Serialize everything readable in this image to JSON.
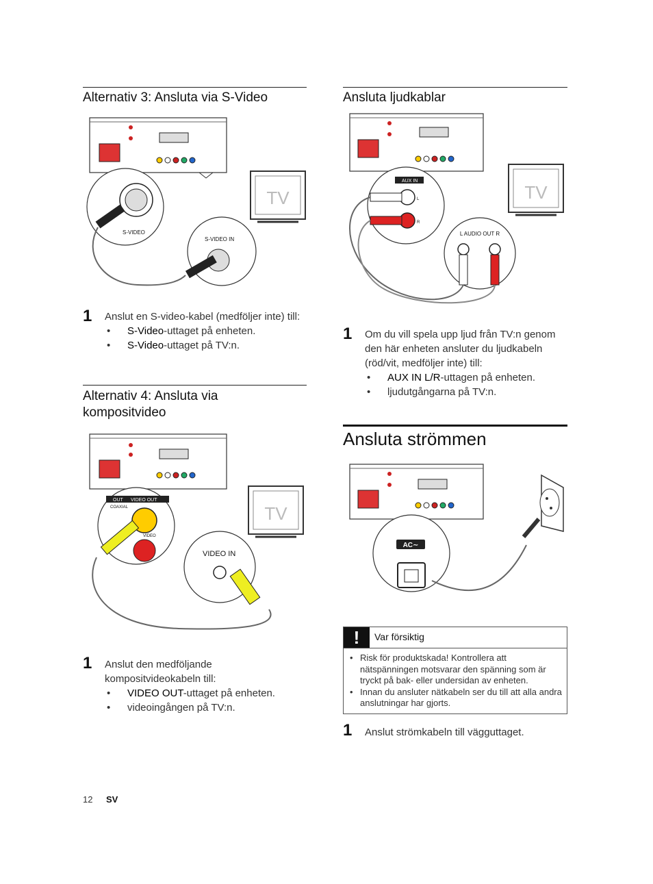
{
  "left": {
    "section3": {
      "title": "Alternativ 3: Ansluta via S-Video",
      "step_number": "1",
      "step_text": "Anslut en S-video-kabel (medföljer inte) till:",
      "bullets": [
        {
          "kw": "S-Video",
          "rest": "-uttaget på enheten."
        },
        {
          "kw": "S-Video",
          "rest": "-uttaget på TV:n."
        }
      ],
      "figure": {
        "tv": "TV",
        "label_device": "S-VIDEO",
        "label_tv": "S-VIDEO IN"
      }
    },
    "section4": {
      "title": "Alternativ 4: Ansluta via kompositvideo",
      "step_number": "1",
      "step_text": "Anslut den medföljande kompositvideokabeln till:",
      "bullets": [
        {
          "kw": "VIDEO OUT",
          "rest": "-uttaget på enheten."
        },
        {
          "kw": "",
          "rest": "videoingången på TV:n."
        }
      ],
      "figure": {
        "tv": "TV",
        "label_out": "OUT",
        "label_video_out": "VIDEO OUT",
        "label_coaxial": "COAXIAL",
        "label_video": "VIDEO",
        "label_tv": "VIDEO  IN"
      }
    }
  },
  "right": {
    "audio": {
      "title": "Ansluta ljudkablar",
      "step_number": "1",
      "step_text": "Om du vill spela upp ljud från TV:n genom den här enheten ansluter du ljudkabeln (röd/vit, medföljer inte) till:",
      "bullets": [
        {
          "kw": "AUX IN L/R",
          "rest": "-uttagen på enheten."
        },
        {
          "kw": "",
          "rest": "ljudutgångarna på TV:n."
        }
      ],
      "figure": {
        "tv": "TV",
        "aux_in": "AUX IN",
        "l": "L",
        "r": "R",
        "tv_label": "L  AUDIO OUT  R"
      }
    },
    "power": {
      "title": "Ansluta strömmen",
      "figure": {
        "ac": "AC∼"
      },
      "caution": {
        "title": "Var försiktig",
        "items": [
          "Risk för produktskada! Kontrollera att nätspänningen motsvarar den spänning som är tryckt på bak- eller undersidan av enheten.",
          "Innan du ansluter nätkabeln ser du till att alla andra anslutningar har gjorts."
        ]
      },
      "step_number": "1",
      "step_text": "Anslut strömkabeln till vägguttaget."
    }
  },
  "footer": {
    "page": "12",
    "lang": "SV"
  }
}
